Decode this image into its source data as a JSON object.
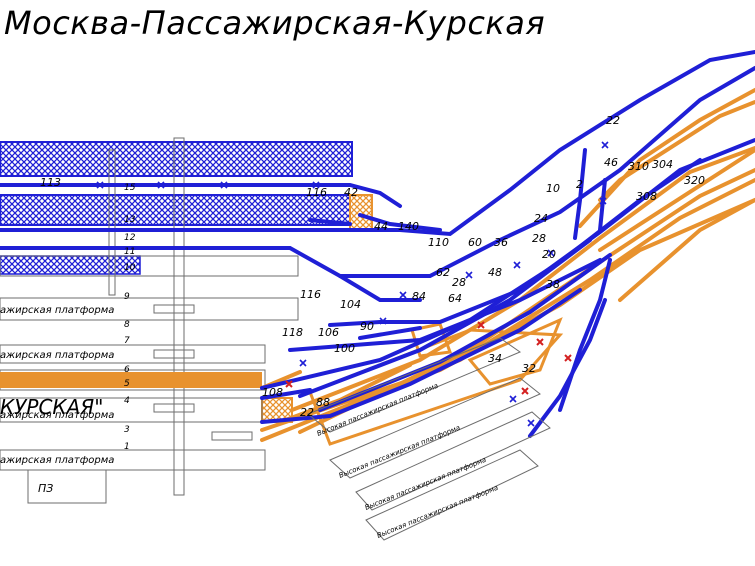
{
  "title": "Москва-Пассажирская-Курская",
  "station_name_partial": "КУРСКАЯ\"",
  "building_label": "ПЗ",
  "colors": {
    "main_track": "#1f1fd6",
    "secondary_track": "#e8922e",
    "hatch": "#1f1fd6",
    "marker_red": "#d42020"
  },
  "platforms_left": [
    "ажирская платформа",
    "ажирская платформа",
    "ажирская платформа",
    "ажирская платформа"
  ],
  "platforms_right": [
    "Высокая пассажирская платформа",
    "Высокая пассажирская платформа",
    "Высокая пассажирская платформа",
    "Высокая пассажирская платформа"
  ],
  "track_numbers": [
    "15",
    "13",
    "12",
    "11",
    "10",
    "9",
    "8",
    "7",
    "6",
    "5",
    "4",
    "3",
    "1"
  ],
  "switch_numbers": [
    "22",
    "46",
    "310",
    "304",
    "308",
    "320",
    "10",
    "2",
    "24",
    "28",
    "20",
    "36",
    "60",
    "110",
    "140",
    "44",
    "42",
    "48",
    "62",
    "28",
    "84",
    "64",
    "90",
    "116",
    "104",
    "118",
    "106",
    "100",
    "108",
    "88",
    "22",
    "38",
    "34",
    "32",
    "113",
    "116"
  ]
}
